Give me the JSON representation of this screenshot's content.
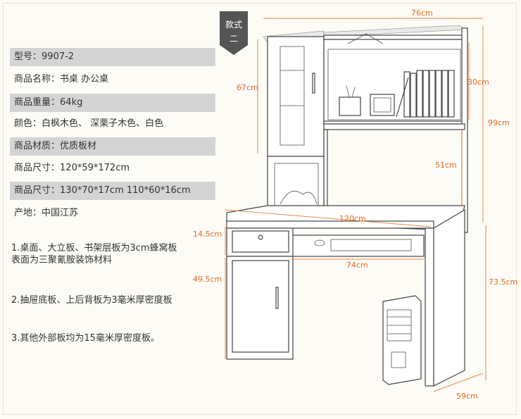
{
  "badge": {
    "line1": "款式",
    "line2": "二"
  },
  "specs": [
    {
      "label": "型号",
      "sep": "：",
      "value": "9907-2"
    },
    {
      "label": "商品名称",
      "sep": "：",
      "value": "书桌 办公桌"
    },
    {
      "label": "商品重量",
      "sep": "：",
      "value": "64kg"
    },
    {
      "label": "颜色",
      "sep": "：",
      "value": "白枫木色、 深栗子木色、白色"
    },
    {
      "label": "商品材质",
      "sep": "：",
      "value": "优质板材"
    },
    {
      "label": "商品尺寸",
      "sep": "：",
      "value": "120*59*172cm"
    },
    {
      "label": "商品尺寸",
      "sep": "：",
      "value": "130*70*17cm 110*60*16cm"
    },
    {
      "label": "产地",
      "sep": "：",
      "value": "中国江苏"
    }
  ],
  "notes": [
    {
      "line1": "1.桌面、大立板、书架层板为3cm蜂窝板",
      "line2": "表面为三聚氰胺装饰材料"
    },
    {
      "line1": "2.抽屉底板、上后背板为3毫米厚密度板",
      "line2": ""
    },
    {
      "line1": "3.其他外部板均为15毫米厚密度板。",
      "line2": ""
    }
  ],
  "dimensions": {
    "top_width": "76cm",
    "hutch_height": "67cm",
    "shelf_gap": "30cm",
    "upper_height": "99cm",
    "opening_height": "51cm",
    "desk_width": "120cm",
    "drawer_height": "14.5cm",
    "knee_width": "74cm",
    "cabinet_height": "49.5cm",
    "desk_height": "73.5cm",
    "depth": "59cm"
  },
  "colors": {
    "accent": "#e06b22",
    "badge": "#555555",
    "row_shade": "#d4d4d4"
  }
}
